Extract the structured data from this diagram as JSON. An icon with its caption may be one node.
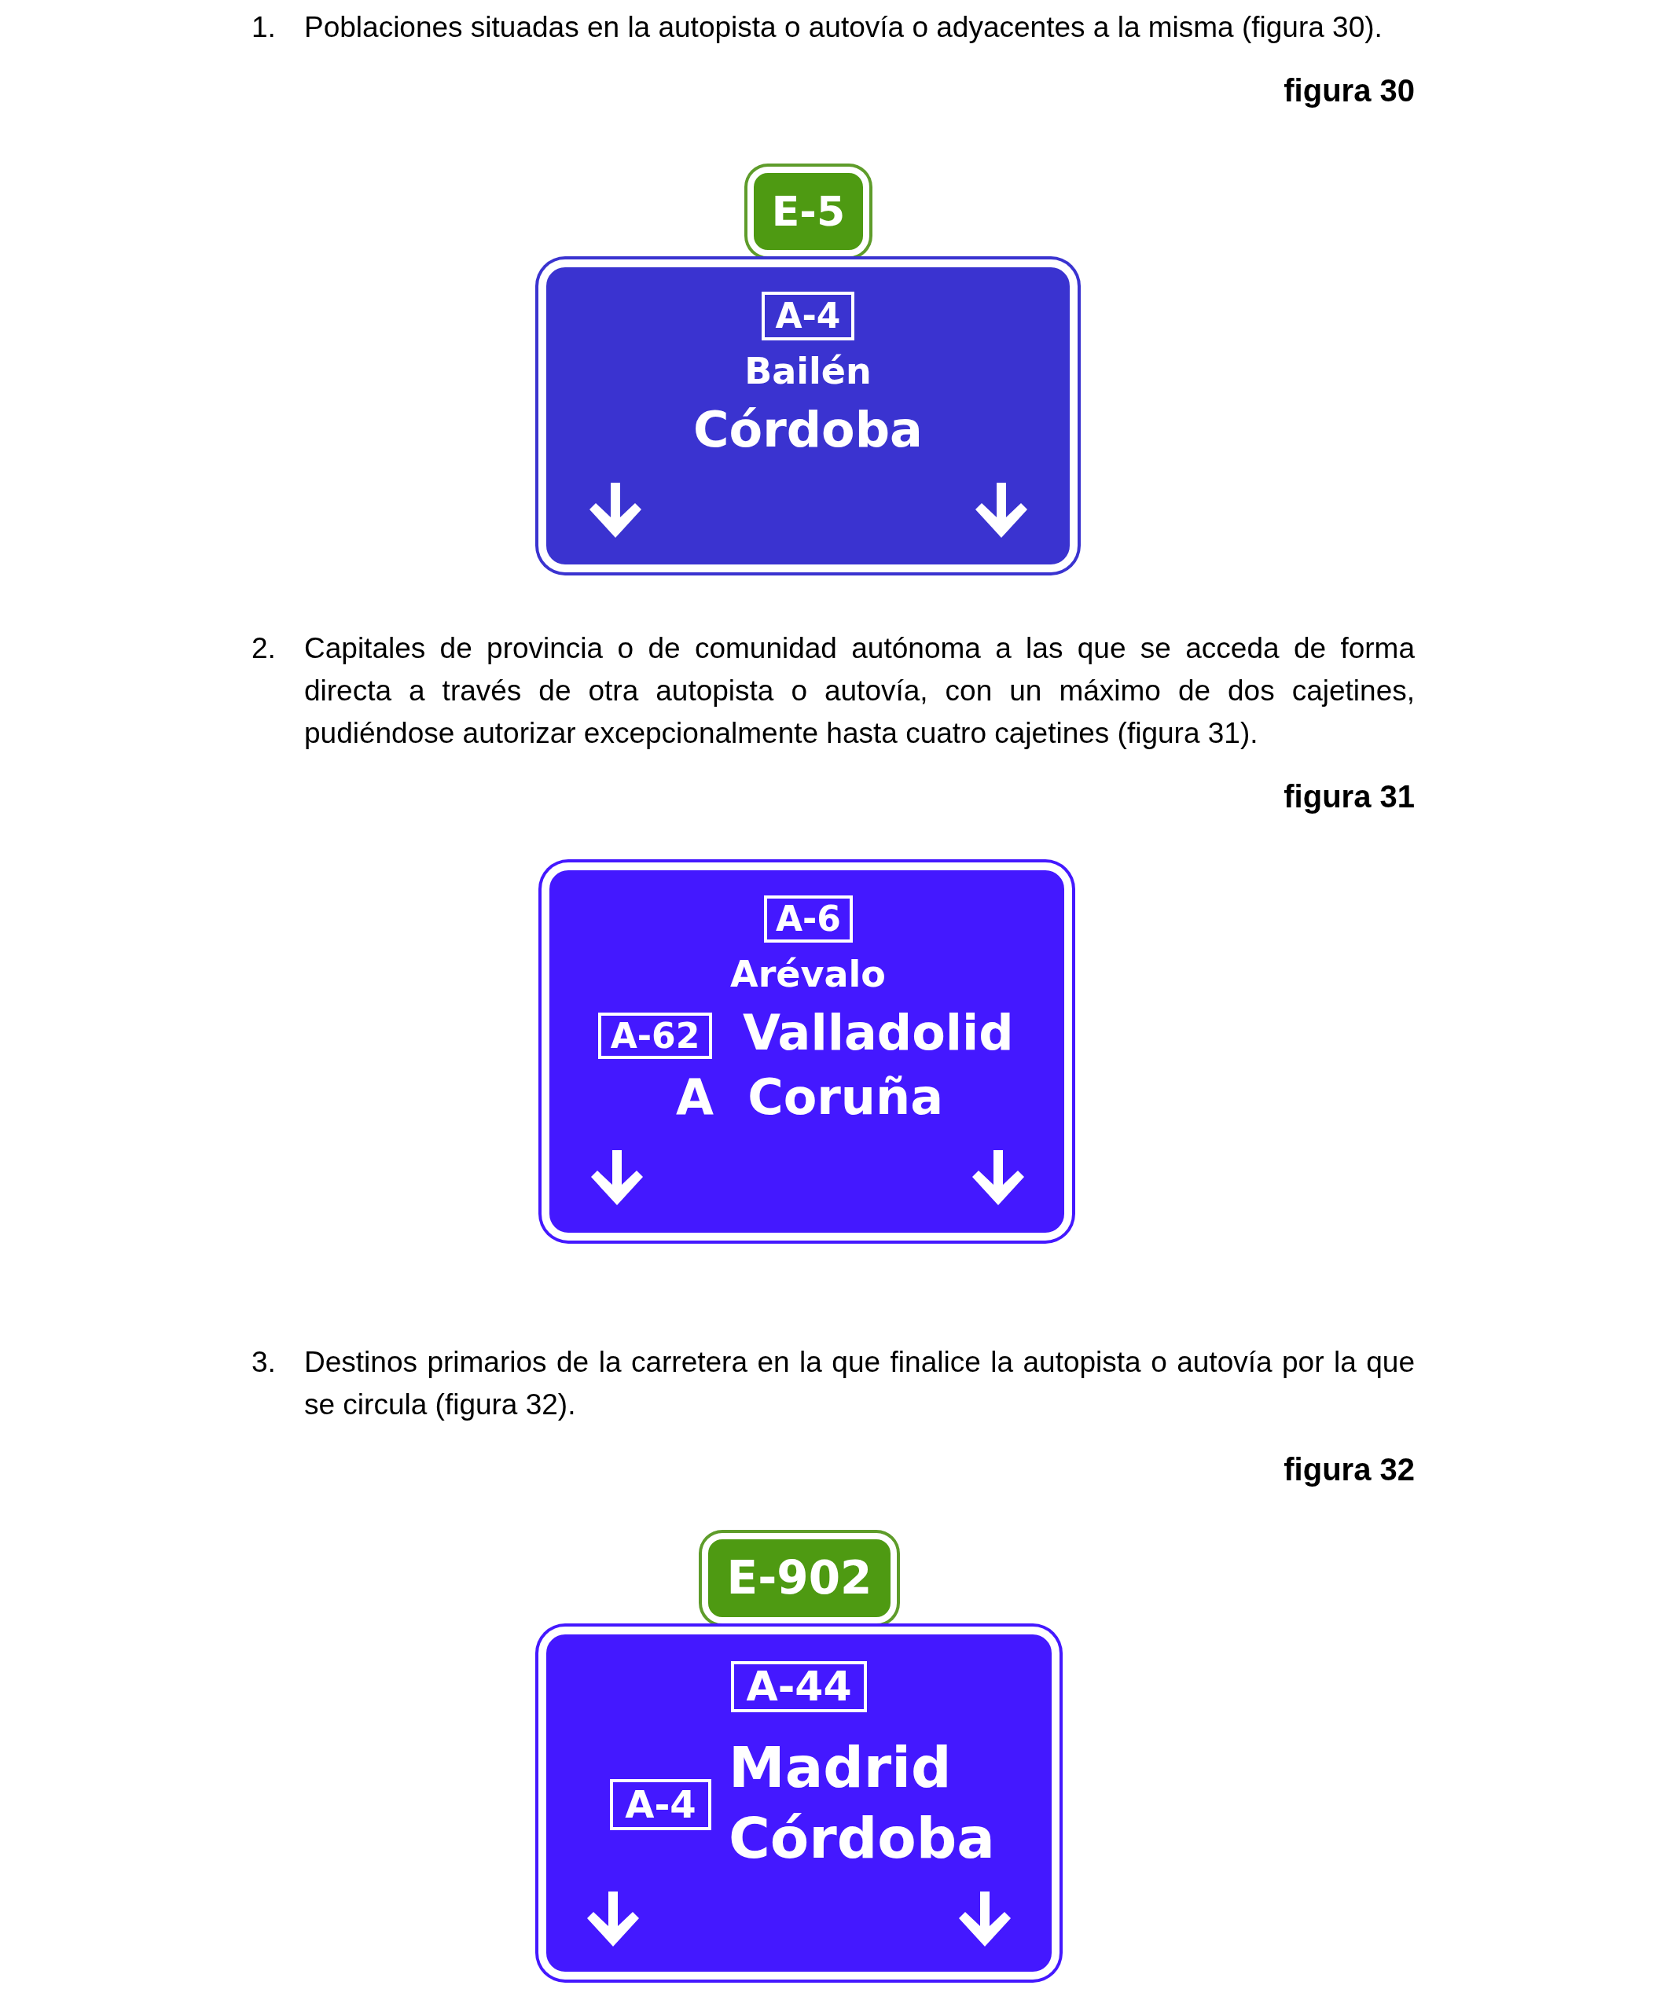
{
  "diagram": {
    "nodes": [
      {
        "text": [
          "E-5"
        ]
      },
      {
        "text": [
          "Bailén",
          "Córdoba"
        ]
      },
      {
        "text": [
          "A-4"
        ],
        "in": 1
      },
      {
        "text": [
          "Arévalo",
          "Valladolid",
          "A  Coruña"
        ]
      },
      {
        "text": [
          "A-6"
        ],
        "in": 3
      },
      {
        "text": [
          "A-62"
        ],
        "in": 3
      },
      {
        "text": [
          "E-902"
        ]
      },
      {
        "text": [
          "Madrid",
          "Córdoba"
        ]
      },
      {
        "text": [
          "A-44"
        ],
        "in": 7
      },
      {
        "text": [
          "A-4"
        ],
        "in": 7
      }
    ],
    "edges": [],
    "labels": [
      "1.",
      "Poblaciones situadas en la autopista o autovía o adyacentes a la misma (figura 30).",
      "figura 30",
      "2.",
      "Capitales de provincia o de comunidad autónoma a las que se acceda de forma directa a través de otra autopista o autovía, con un máximo de dos cajetines, pudiéndose autorizar excepcionalmente hasta cuatro cajetines (figura 31).",
      "figura 31",
      "3.",
      "Destinos primarios de la carretera en la que finalice la autopista o autovía por la que se circula (figura 32).",
      "figura 32"
    ]
  }
}
